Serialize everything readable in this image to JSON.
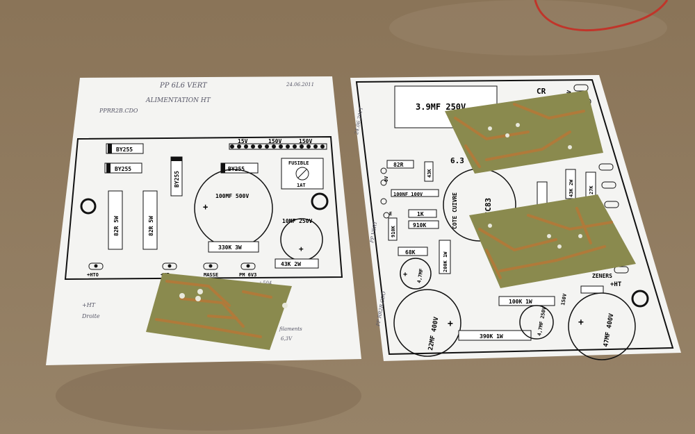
{
  "left_sheet": {
    "handwritten": {
      "title": "PP 6L6 VERT",
      "subtitle": "ALIMENTATION HT",
      "file": "PPRR2B.CDO",
      "date": "24.06.2011",
      "note_hr": "+HT",
      "note_droite": "Droite",
      "note_504": "+504",
      "note_filament": "filaments",
      "note_63": "6,3V"
    },
    "labels": {
      "diode1": "BY255",
      "diode2": "BY255",
      "diode3": "BY255",
      "diode4": "BY255",
      "res1": "82R 5W",
      "res2": "82R 5W",
      "cap_big": "100MF 500V",
      "fuse_title": "FUSIBLE",
      "fuse_val": "1AT",
      "cap_small": "10MF 250V",
      "res_330k": "330K 3W",
      "res_43k": "43K 2W",
      "t_15v": "15V",
      "t_150a": "150V",
      "t_150b": "150V",
      "term_hto": "+HTO",
      "term_ht": "+HT",
      "term_masse": "MASSE",
      "term_pm": "PM 6V3",
      "plus": "+"
    }
  },
  "right_sheet": {
    "handwritten": {
      "side": "PP RR2B.CDO",
      "vert": "PP VERT",
      "date": "24.06.2011"
    },
    "labels": {
      "cap_39": "3.9MF 250V",
      "cr": "CR",
      "r_82r": "82R",
      "r_43k": "43K",
      "r_100nf": "100NF 100V",
      "r_1k": "1K",
      "r_910k_a": "910K",
      "r_910k_b": "910K",
      "r_68k": "68K",
      "r_200k": "200K 1W",
      "c_47": "4,7MF",
      "c_22": "22MF 400V",
      "c_47_250": "4,7MF 250V",
      "c_47_400": "47MF 400V",
      "r_100k": "100K 1W",
      "r_390k": "390K 1W",
      "ecc": "ECC83",
      "cote": "COTE CUIVRE",
      "six3": "6.3",
      "zeners": "ZENERS",
      "ht": "+HT",
      "ov": "0V",
      "e": "E",
      "v150": "150V",
      "r_43k2w": "43K 2W",
      "r_27k": "27K",
      "plus": "+"
    }
  },
  "colors": {
    "floor": "#8e7a60",
    "paper": "#f4f4f2",
    "pcb": "#8a8a4e",
    "copper": "#b07a3a",
    "cable": "#c0352a"
  }
}
